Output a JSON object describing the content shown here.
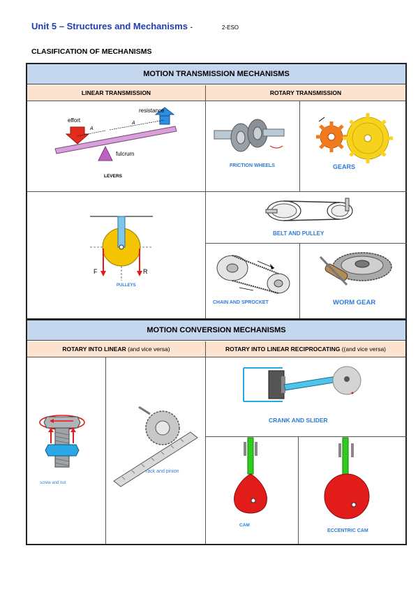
{
  "header": {
    "title": "Unit 5 – Structures and Mechanisms",
    "title_suffix": "-",
    "grade": "2-ESO",
    "subtitle": "CLASIFICATION OF MECHANISMS"
  },
  "transmission": {
    "title": "MOTION TRANSMISSION MECHANISMS",
    "linear_header": "LINEAR TRANSMISSION",
    "rotary_header": "ROTARY TRANSMISSION",
    "levers": {
      "caption": "LEVERS",
      "effort": "effort",
      "resistance": "resistance",
      "fulcrum": "fulcrum"
    },
    "pulleys": {
      "caption": "PULLEYS",
      "force_f": "F",
      "force_r": "R"
    },
    "friction_wheels": "FRICTION WHEELS",
    "gears": "GEARS",
    "belt_and_pulley": "BELT AND PULLEY",
    "chain_and_sprocket": "CHAIN AND SPROCKET",
    "worm_gear": "WORM GEAR"
  },
  "conversion": {
    "title": "MOTION CONVERSION MECHANISMS",
    "rotary_linear_header": "ROTARY INTO LINEAR",
    "rotary_linear_note": "(and vice versa)",
    "reciprocating_header": "ROTARY INTO LINEAR RECIPROCATING",
    "reciprocating_note": "((and vice versa)",
    "screw_and_nut": "screw and nut",
    "rack_and_pinion": "rack and pinion",
    "crank_and_slider": "CRANK AND SLIDER",
    "cam": "CAM",
    "eccentric_cam": "ECCENTRIC CAM"
  },
  "colors": {
    "title_blue": "#1f3fae",
    "header_blue": "#c5d7ef",
    "header_peach": "#fbe3cf",
    "caption_blue": "#2d7bd6",
    "cam_red": "#e21b1b",
    "pulley_yellow": "#f4c400"
  },
  "icons": [
    "lever-diagram",
    "pulley-diagram",
    "friction-wheels-image",
    "gears-image",
    "belt-pulley-image",
    "chain-sprocket-image",
    "worm-gear-image",
    "screw-nut-image",
    "rack-pinion-image",
    "crank-slider-image",
    "cam-image",
    "eccentric-cam-image"
  ]
}
